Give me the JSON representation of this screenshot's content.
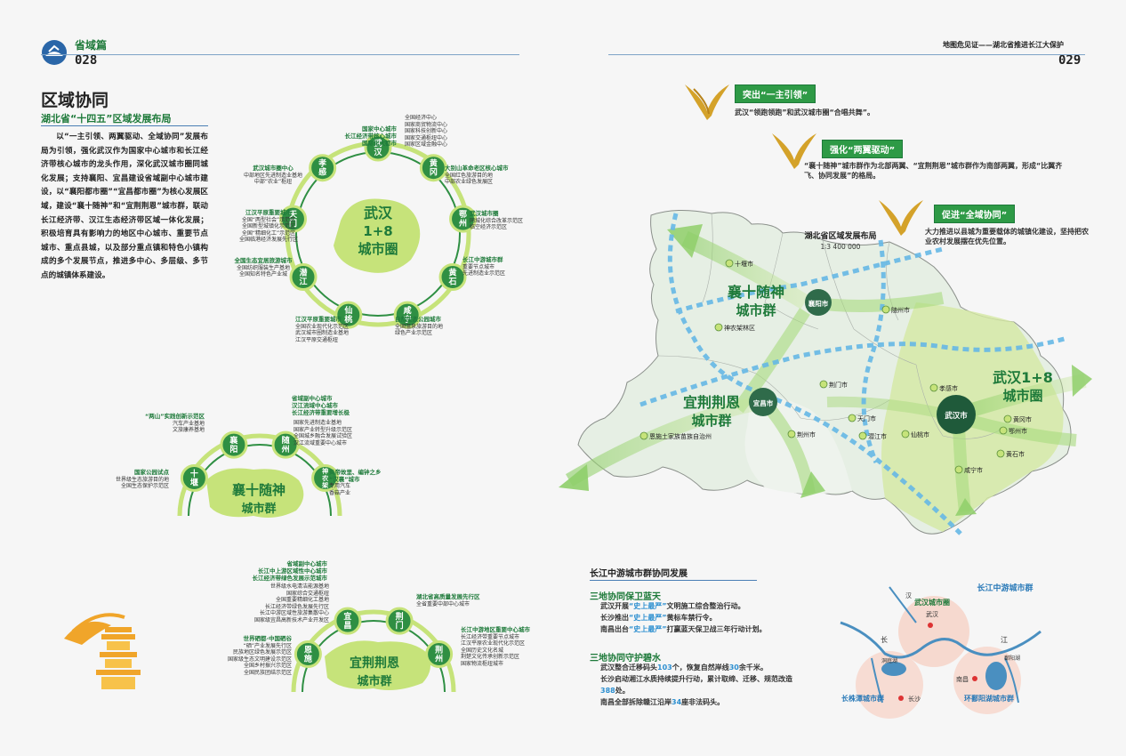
{
  "header": {
    "left_section": "省域篇",
    "left_page": "028",
    "right_title": "地图危见证——湖北省推进长江大保护",
    "right_page": "029"
  },
  "section": {
    "title": "区域协同",
    "subtitle": "湖北省“十四五”区域发展布局",
    "paragraph": "以“一主引领、两翼驱动、全域协同”发展布局为引领，强化武汉作为国家中心城市和长江经济带核心城市的龙头作用，深化武汉城市圈同城化发展；支持襄阳、宜昌建设省域副中心城市建设，以“襄阳都市圈”“宜昌都市圈”为核心发展区域，建设“襄十随神”和“宜荆荆恩”城市群，联动长江经济带、汉江生态经济带区域一体化发展；积极培育具有影响力的地区中心城市、重要节点城市、重点县城，以及部分重点镇和特色小镇构成的多个发展节点，推进多中心、多层级、多节点的城镇体系建设。"
  },
  "wuhan_circle": {
    "center_line1": "武汉",
    "center_line2": "1+8",
    "center_line3": "城市圈",
    "nodes": [
      "孝感",
      "黄冈",
      "鄂州",
      "黄石",
      "咸宁",
      "仙桃",
      "潜江",
      "天门"
    ],
    "wuhan_node": "武汉",
    "ann_top": [
      "国家中心城市",
      "长江经济带核心城市",
      "国际化大都市"
    ],
    "ann_top_right": [
      "全国经济中心",
      "国家商贸物流中心",
      "国家科技创新中心",
      "国家交通枢纽中心",
      "国家区域金融中心"
    ],
    "ann_left_top": [
      "武汉城市圈中心",
      "中部地区先进制造业基地",
      "中部“农业”枢纽"
    ],
    "ann_left_top2": [
      "全国“精细化工”示范区",
      "全国临港经济发展先行区"
    ],
    "ann_left_mid": [
      "江汉平原重要城市",
      "全国“两型社会”示范区",
      "全国新型城镇化示范区"
    ],
    "ann_left_bottom": [
      "全国生态宜居旅游城市",
      "全国纺织服装生产基地",
      "全国知名特色产业城"
    ],
    "ann_right_top": [
      "大别山革命老区核心城市",
      "全国红色旅游目的地",
      "中部农业绿色发展区"
    ],
    "ann_right_mid": [
      "武汉城市圈",
      "同城化综合改革示范区",
      "临空经济示范区"
    ],
    "ann_right_low": [
      "长江中游城市群",
      "重要节点城市",
      "先进制造业示范区"
    ],
    "ann_bottom_left": [
      "江汉平原重要城市",
      "全国农业现代化示范区",
      "武汉城市圈制造业基地",
      "江汉平原交通枢纽"
    ],
    "ann_bottom_right": [
      "自然生态公园城市",
      "全国温泉旅游目的地",
      "绿色产业示范区"
    ]
  },
  "xiang_circle": {
    "center_line1": "襄十随神",
    "center_line2": "城市群",
    "nodes": [
      "十堰",
      "襄阳",
      "随州",
      "神农架"
    ],
    "ann_top": [
      "省域副中心城市",
      "汉江流域中心城市",
      "长江经济带重要增长极"
    ],
    "ann_top2": [
      "国家先进制造业基地",
      "国家产业转型升级示范区",
      "全国城乡融合发展试验区",
      "汉江流域重要中心城市"
    ],
    "ann_left_top": [
      "“两山”实践创新示范区",
      "汽车产业基地",
      "文旅康养基地"
    ],
    "ann_left_low": [
      "国家公园试点",
      "世界级生态旅游目的地",
      "全国生态保护示范区"
    ],
    "ann_right": [
      "炎帝故里、编钟之乡",
      "“汉襄”城市",
      "专用汽车",
      "香菇产业"
    ]
  },
  "yi_circle": {
    "center_line1": "宜荆荆恩",
    "center_line2": "城市群",
    "nodes": [
      "宜昌",
      "荆门",
      "荆州",
      "恩施"
    ],
    "ann_top": [
      "省域副中心城市",
      "长江中上游区域性中心城市",
      "长江经济带绿色发展示范城市"
    ],
    "ann_top2": [
      "世界级水电清洁能源基地",
      "国家综合交通枢纽",
      "全国重要精细化工基地",
      "长江经济带绿色发展先行区",
      "长江中游区域性旅游集散中心",
      "国家级宜昌高新技术产业开发区"
    ],
    "ann_right_top": [
      "湖北省高质量发展先行区",
      "全省重要中部中心城市"
    ],
    "ann_right_low": [
      "长江中游地区重要中心城市",
      "长江经济带重要节点城市",
      "江汉平原农业现代化示范区",
      "全国历史文化名城",
      "荆楚文化传承创新示范区",
      "国家物流枢纽城市"
    ],
    "ann_left": [
      "世界硒都·中国硒谷",
      "“硒”产业发展先行区",
      "民族地区绿色发展示范区",
      "国家级生态文明建设示范区",
      "全国乡村振兴示范区",
      "全国民族团结示范区"
    ]
  },
  "strategies": [
    {
      "tag": "突出“一主引领”",
      "desc": "武汉“领跑领跑”和武汉城市圈“合唱共舞”。"
    },
    {
      "tag": "强化“两翼驱动”",
      "desc": "“襄十随神”城市群作为北部两翼、“宜荆荆恩”城市群作为南部两翼，形成“比翼齐飞、协同发展”的格局。"
    },
    {
      "tag": "促进“全域协同”",
      "desc": "大力推进以县城为重要载体的城镇化建设，坚持把农业农村发展摆在优先位置。"
    }
  ],
  "map": {
    "title": "湖北省区域发展布局",
    "scale": "1∶3 400 000",
    "cluster_xiang": [
      "襄十随神",
      "城市群"
    ],
    "cluster_yi": [
      "宜荆荆恩",
      "城市群"
    ],
    "cluster_wuhan": [
      "武汉1+8",
      "城市圈"
    ],
    "hub_xiangyang": "襄阳市",
    "hub_yichang": "宜昌市",
    "hub_wuhan": "武汉市",
    "cities": {
      "shiyan": "十堰市",
      "shennongjia": "神农架林区",
      "suizhou": "随州市",
      "jingmen": "荆门市",
      "xiaogan": "孝感市",
      "tianmen": "天门市",
      "qianjiang": "潜江市",
      "xiantao": "仙桃市",
      "huanggang": "黄冈市",
      "ezhou": "鄂州市",
      "huangshi": "黄石市",
      "xianning": "咸宁市",
      "jingzhou": "荆州市",
      "enshi": "恩施土家族苗族自治州"
    }
  },
  "middle": {
    "title": "长江中游城市群协同发展",
    "sub1": "三地协同保卫蓝天",
    "items1": [
      {
        "pre": "武汉开展",
        "hl": "“史上最严”",
        "post": "文明施工综合整治行动。"
      },
      {
        "pre": "长沙推出",
        "hl": "“史上最严”",
        "post": "黄标车禁行令。"
      },
      {
        "pre": "南昌出台",
        "hl": "“史上最严”",
        "post": "打赢蓝天保卫战三年行动计划。"
      }
    ],
    "sub2": "三地协同守护碧水",
    "items2": [
      {
        "pre": "武汉整合迁移码头",
        "num": "103",
        "mid": "个，恢复自然岸线",
        "num2": "30",
        "post": "余千米。"
      },
      {
        "pre": "长沙启动湘江水质持续提升行动，累计取缔、迁移、规范改造",
        "num": "388",
        "mid": "处。",
        "num2": "",
        "post": ""
      },
      {
        "pre": "南昌全部拆除赣江沿岸",
        "num": "34",
        "mid": "座非法码头。",
        "num2": "",
        "post": ""
      }
    ]
  },
  "mini_map": {
    "title": "长江中游城市群",
    "wuhan_group": "武汉城市圈",
    "wuhan": "武汉",
    "changsha_group": "长株潭城市群",
    "changsha": "长沙",
    "nanchang_group": "环鄱阳湖城市群",
    "nanchang": "南昌",
    "dongting": "洞庭湖",
    "poyang": "鄱阳湖",
    "river1": "长",
    "river2": "江",
    "river3": "汉"
  }
}
